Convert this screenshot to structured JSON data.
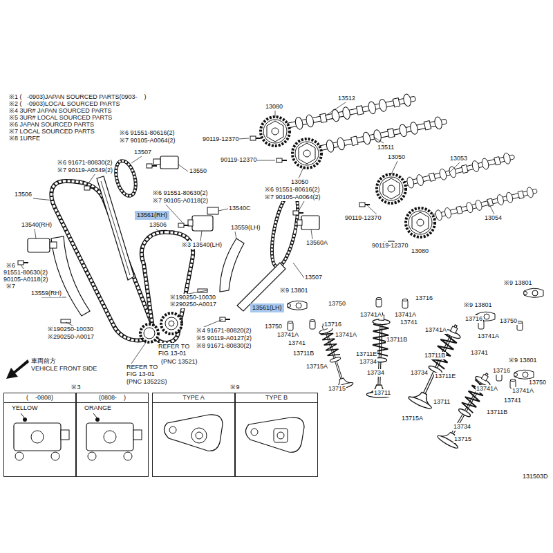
{
  "diagram": {
    "nodes": [
      {
        "text": [
          "13561(RH)"
        ]
      },
      {
        "text": [
          "13561(LH)"
        ]
      },
      {
        "text": [
          "※3"
        ]
      },
      {
        "text": [
          "(    -0808)",
          "YELLOW"
        ],
        "in": 2
      },
      {
        "text": [
          "(0808-    )",
          "ORANGE"
        ],
        "in": 2
      },
      {
        "text": [
          "※9"
        ]
      },
      {
        "text": [
          "TYPE A"
        ],
        "in": 5
      },
      {
        "text": [
          "TYPE B"
        ],
        "in": 5
      }
    ],
    "labels": [
      "※1 (   -0903)JAPAN SOURCED PARTS(0903-    )",
      "※2 (   -0903)LOCAL SOURCED PARTS",
      "※4 3UR# JAPAN SOURCED PARTS",
      "※5 3UR# LOCAL SOURCED PARTS",
      "※6 JAPAN SOURCED PARTS",
      "※7 LOCAL SOURCED PARTS",
      "※8 1URFE",
      "13512",
      "13080",
      "※6 91551-80616(2)",
      "※7 90105-A0064(2)",
      "90119-12370",
      "13511",
      "13507",
      "90119-12370",
      "13050",
      "13053",
      "※6 91671-80830(2)",
      "※7 90119-A0349(2)",
      "13550",
      "13050",
      "※6 91551-80616(2)",
      "※7 90105-A0064(2)",
      "13506",
      "※6 91551-80630(2)",
      "※7 90105-A0118(2)",
      "13540C",
      "90119-12370",
      "13054",
      "13506",
      "13540(RH)",
      "13559(LH)",
      "※3 13540(LH)",
      "13560A",
      "90119-12370",
      "13080",
      "※6",
      "91551-80630(2)",
      "90105-A0118(2)",
      "※7",
      "13507",
      "※9 13801",
      "※9 13801",
      "13559(RH)",
      "13750",
      "13716",
      "※190250-10030",
      "※290250-A0017",
      "※9 13801",
      "13741A",
      "13741A",
      "13741",
      "13716",
      "13750",
      "13716",
      "13750",
      "13741A",
      "※4 91671-80820(2)",
      "※5 90119-A0127(2)",
      "※8 91671-80830(2)",
      "※190250-10030",
      "※290250-A0017",
      "13741A",
      "13741A",
      "13741A",
      "13741",
      "13711B",
      "REFER TO",
      "FIG 13-01",
      "(PNC 13521)",
      "13711B",
      "13741",
      "13711E",
      "13711B",
      "※9 13801",
      "13734",
      "13715A",
      "車両前方",
      "VEHICLE FRONT SIDE",
      "REFER TO",
      "FIG 13-01",
      "(PNC 13522S)",
      "13734",
      "13734",
      "13716",
      "13711E",
      "13750",
      "13715",
      "13741A",
      "13741A",
      "13711",
      "13741",
      "13711",
      "13711B",
      "13715A",
      "13734",
      "13715",
      "131503D"
    ]
  }
}
